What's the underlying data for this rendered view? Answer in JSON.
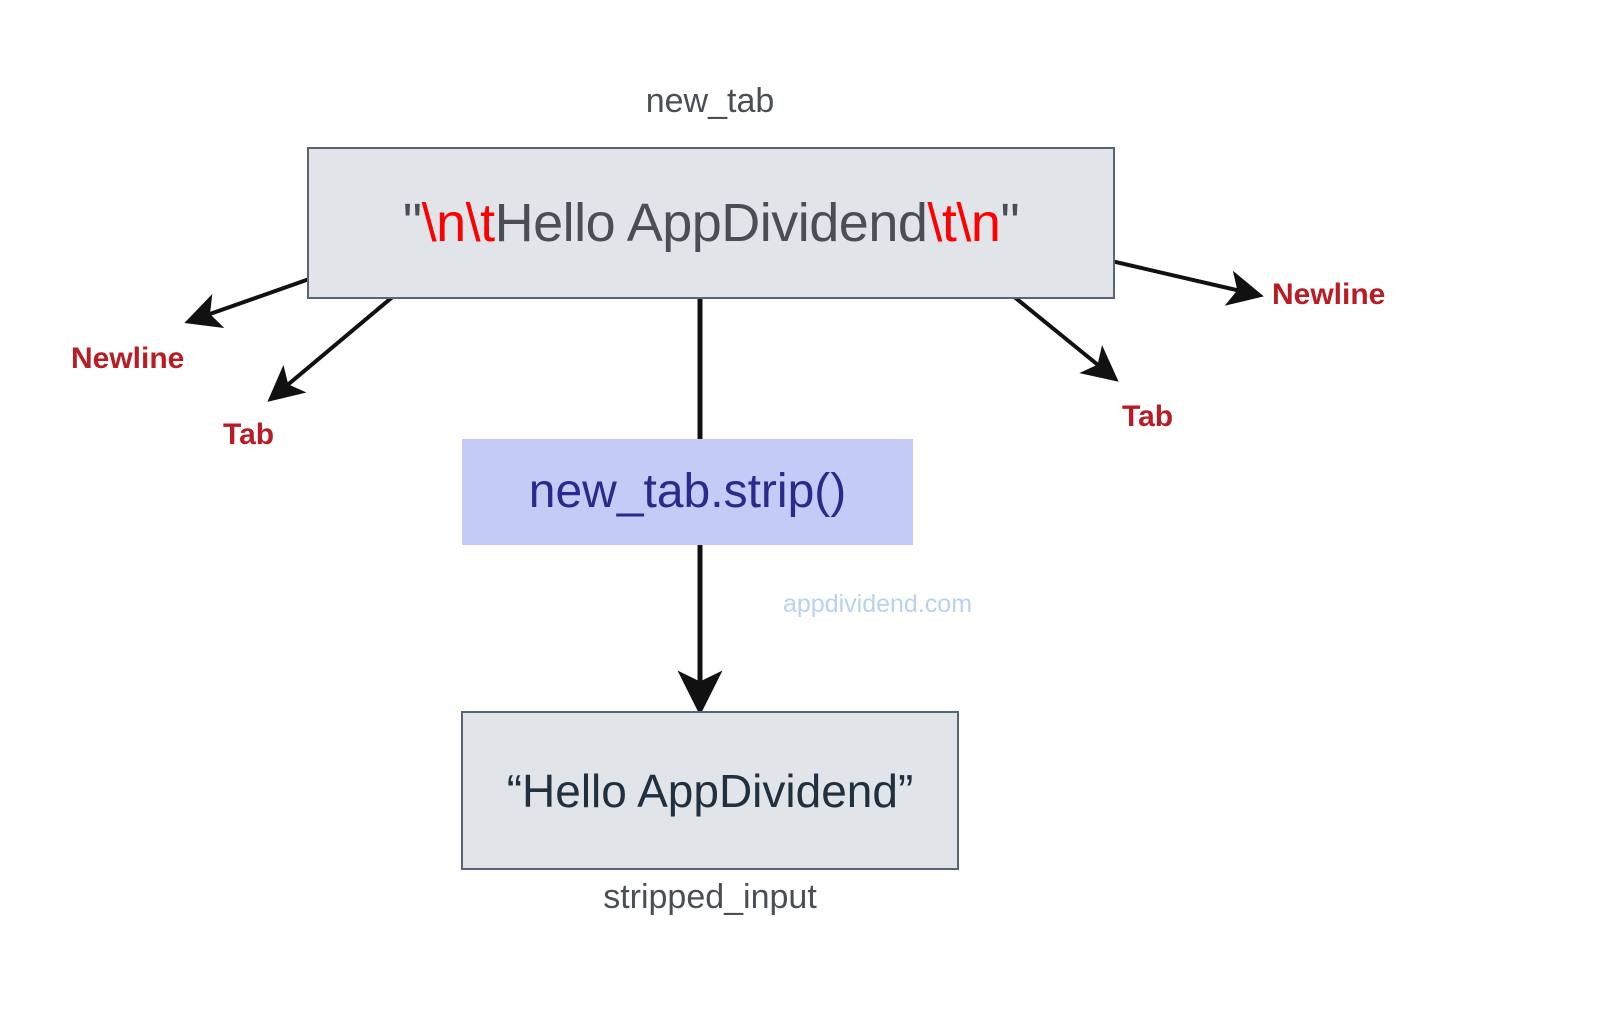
{
  "diagram": {
    "title_caption": "new_tab",
    "bottom_caption": "stripped_input",
    "watermark": "appdividend.com",
    "colors": {
      "box_fill": "#e1e5ea",
      "box_border": "#5a6478",
      "escape_red": "#ff0000",
      "annotation_red": "#b81d26",
      "chip_fill": "#c5cbf7",
      "chip_text": "#2a2a8c",
      "code_text": "#4a4f55",
      "output_text": "#21303f",
      "watermark_color": "#b9d2ee",
      "arrow_color": "#111111"
    },
    "input_node": {
      "name": "new_tab",
      "segments": [
        {
          "text": "\"",
          "kind": "plain"
        },
        {
          "text": "\\n\\t",
          "kind": "escape"
        },
        {
          "text": "Hello AppDividend",
          "kind": "plain"
        },
        {
          "text": "\\t\\n",
          "kind": "escape"
        },
        {
          "text": "\"",
          "kind": "plain"
        }
      ],
      "full_text": "\"\\n\\tHello AppDividend\\t\\n\""
    },
    "method_node": {
      "label": "new_tab.strip()"
    },
    "output_node": {
      "name": "stripped_input",
      "text": "“Hello AppDividend”"
    },
    "annotations": [
      {
        "id": "newline-left",
        "label": "Newline"
      },
      {
        "id": "tab-left",
        "label": "Tab"
      },
      {
        "id": "tab-right",
        "label": "Tab"
      },
      {
        "id": "newline-right",
        "label": "Newline"
      }
    ]
  }
}
